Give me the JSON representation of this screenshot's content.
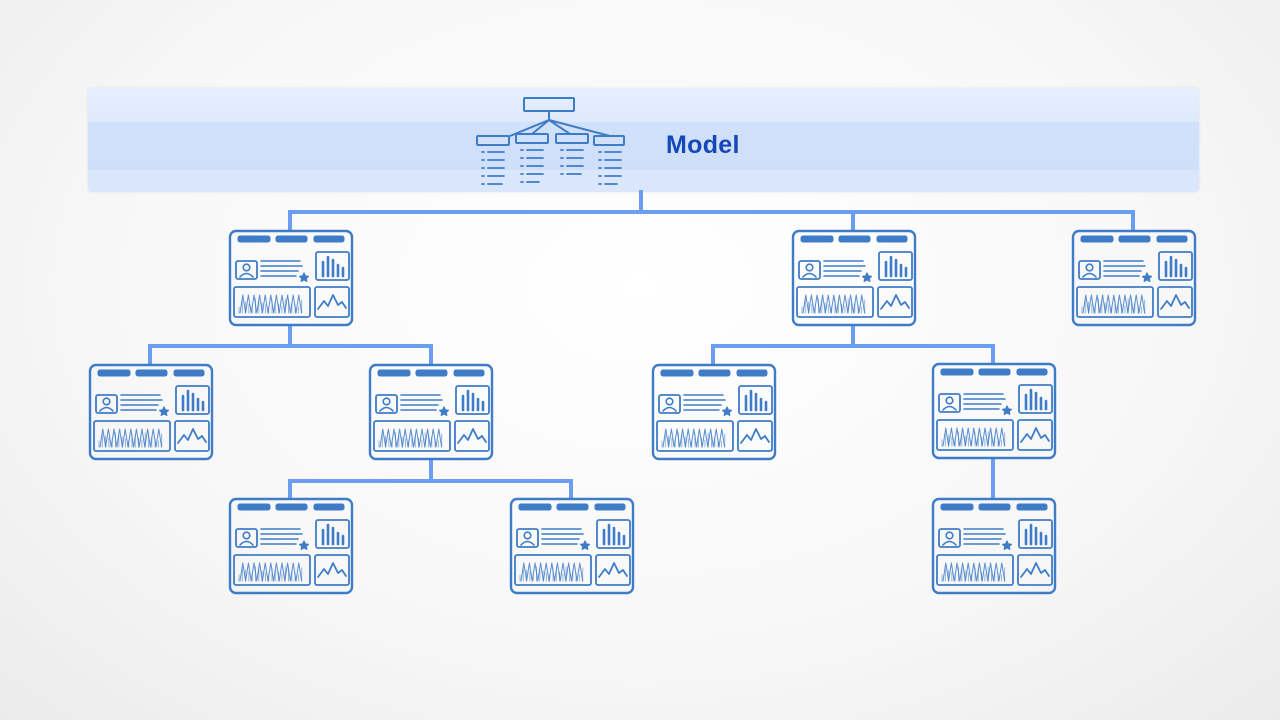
{
  "model": {
    "title": "Model",
    "icon": "hierarchy-model-icon"
  },
  "colors": {
    "line": "#6b9ef0",
    "sketch": "#3f7cc8",
    "band": "#dde9fd",
    "title": "#1447b8"
  },
  "reports": [
    {
      "id": "r1",
      "icon": "dashboard-report-icon"
    },
    {
      "id": "r2",
      "icon": "dashboard-report-icon"
    },
    {
      "id": "r3",
      "icon": "dashboard-report-icon"
    },
    {
      "id": "r4",
      "icon": "dashboard-report-icon"
    },
    {
      "id": "r5",
      "icon": "dashboard-report-icon"
    },
    {
      "id": "r6",
      "icon": "dashboard-report-icon"
    },
    {
      "id": "r7",
      "icon": "dashboard-report-icon"
    },
    {
      "id": "r8",
      "icon": "dashboard-report-icon"
    },
    {
      "id": "r9",
      "icon": "dashboard-report-icon"
    },
    {
      "id": "r10",
      "icon": "dashboard-report-icon"
    }
  ]
}
